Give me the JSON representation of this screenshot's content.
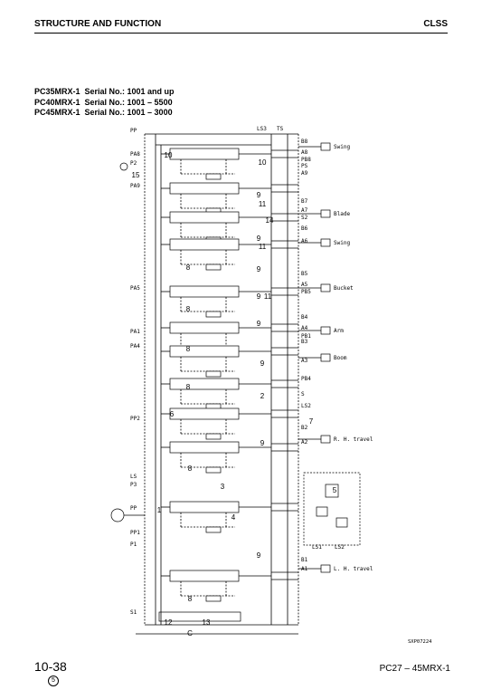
{
  "header": {
    "section_title": "STRUCTURE AND FUNCTION",
    "chapter": "CLSS"
  },
  "serials": [
    "PC35MRX-1  Serial No.: 1001 and up",
    "PC40MRX-1  Serial No.: 1001 – 5500",
    "PC45MRX-1  Serial No.: 1001 – 3000"
  ],
  "diagram": {
    "port_labels_left": [
      "PP",
      "PA8",
      "P2",
      "PA9",
      "PA5",
      "PA1",
      "PA4",
      "PP2",
      "LS",
      "P3",
      "PP",
      "PP1",
      "P1",
      "S1"
    ],
    "port_labels_top": [
      "LS3",
      "TS"
    ],
    "port_labels_right": [
      "B8",
      "A8",
      "PB8",
      "PS",
      "A9",
      "B7",
      "A7",
      "S2",
      "B6",
      "A6",
      "B5",
      "A5",
      "PB5",
      "B4",
      "A4",
      "PB1",
      "B3",
      "A3",
      "PB4",
      "S",
      "LS2",
      "B2",
      "A2",
      "LS1",
      "LS2",
      "B1",
      "A1"
    ],
    "actuator_labels": [
      "Swing",
      "Blade",
      "Swing",
      "Bucket",
      "Arm",
      "Boom",
      "R. H. travel",
      "L. H. travel"
    ],
    "callouts": [
      "10",
      "10",
      "15",
      "9",
      "11",
      "14",
      "9",
      "11",
      "8",
      "9",
      "9",
      "11",
      "8",
      "9",
      "8",
      "9",
      "2",
      "8",
      "6",
      "7",
      "9",
      "8",
      "3",
      "5",
      "1",
      "4",
      "9",
      "8",
      "12",
      "13",
      "C"
    ],
    "figure_id": "SXP07224"
  },
  "footer": {
    "page_number": "10-38",
    "revision": "5",
    "model": "PC27 – 45MRX-1"
  }
}
